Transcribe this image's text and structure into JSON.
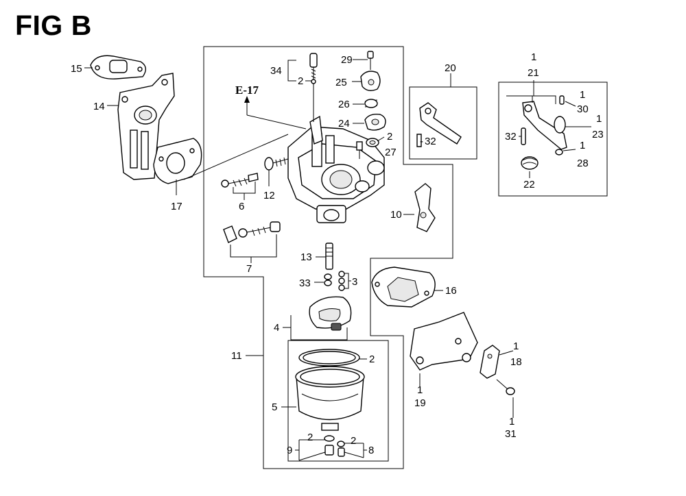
{
  "figure": {
    "title": "FIG B",
    "ref": "E-17"
  },
  "callouts": {
    "c1": "1",
    "c2": "2",
    "c3": "3",
    "c4": "4",
    "c5": "5",
    "c6": "6",
    "c7": "7",
    "c8": "8",
    "c9": "9",
    "c10": "10",
    "c11": "11",
    "c12": "12",
    "c13": "13",
    "c14": "14",
    "c15": "15",
    "c16": "16",
    "c17": "17",
    "c18": "18",
    "c19": "19",
    "c20": "20",
    "c21": "21",
    "c22": "22",
    "c23": "23",
    "c24": "24",
    "c25": "25",
    "c26": "26",
    "c27": "27",
    "c28": "28",
    "c29": "29",
    "c30": "30",
    "c31": "31",
    "c32": "32",
    "c33": "33",
    "c34": "34"
  }
}
